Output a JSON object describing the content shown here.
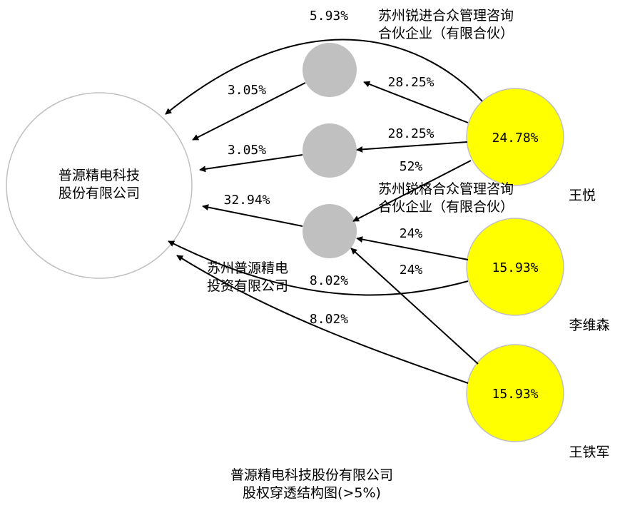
{
  "colors": {
    "person": "#ffff00",
    "holding": "#c0c0c0",
    "border": "#c0c0c0"
  },
  "target": {
    "line1": "普源精电科技",
    "line2": "股份有限公司"
  },
  "persons": [
    {
      "name": "王悦",
      "share": "24.78%"
    },
    {
      "name": "李维森",
      "share": "15.93%"
    },
    {
      "name": "王铁军",
      "share": "15.93%"
    }
  ],
  "holdings": [
    {
      "line1": "苏州锐进合众管理咨询",
      "line2": "合伙企业（有限合伙）"
    },
    {
      "line1": "苏州锐格合众管理咨询",
      "line2": "合伙企业（有限合伙）"
    },
    {
      "line1": "苏州普源精电",
      "line2": "投资有限公司"
    }
  ],
  "edges": {
    "wangyue_to_target": "5.93%",
    "ruijin_to_target": "3.05%",
    "ruige_to_target": "3.05%",
    "puyuan_to_target": "32.94%",
    "wangyue_to_ruijin": "28.25%",
    "wangyue_to_ruige": "28.25%",
    "wangyue_to_puyuan": "52%",
    "liweisen_to_puyuan": "24%",
    "wangtiejun_to_puyuan": "24%",
    "liweisen_to_target": "8.02%",
    "wangtiejun_to_target": "8.02%"
  },
  "title": {
    "line1": "普源精电科技股份有限公司",
    "line2": "股权穿透结构图(>5%)"
  }
}
